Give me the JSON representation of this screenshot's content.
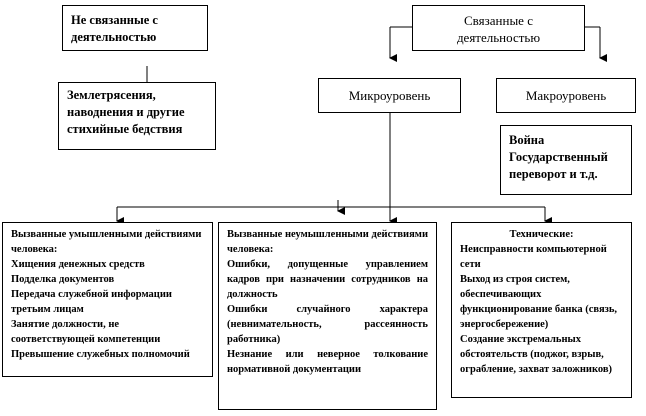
{
  "top_left": {
    "title": "Не связанные с деятельностью",
    "child": "Землетрясения, наводнения и другие стихийные бедствия"
  },
  "top_right": {
    "title": "Связанные с деятельностью",
    "micro": "Микроуровень",
    "macro": "Макроуровень",
    "macro_detail": "Война Государственный переворот и т.д."
  },
  "bottom": {
    "intentional": {
      "heading": "Вызванные умышленными действиями человека:",
      "items": [
        "Хищения денежных средств",
        "Подделка документов",
        "Передача служебной информации третьим лицам",
        "Занятие должности, не соответствующей компетенции",
        "Превышение служебных полномочий"
      ]
    },
    "unintentional": {
      "heading": "Вызванные неумышленными действиями человека:",
      "items": [
        "Ошибки, допущенные управлением кадров при назначении сотрудников на должность",
        "Ошибки случайного характера (невнимательность, рассеянность работника)",
        "Незнание или неверное толкование нормативной документации"
      ]
    },
    "technical": {
      "heading": "Технические:",
      "items": [
        "Неисправности компьютерной сети",
        "Выход из строя систем, обеспечивающих функционирование банка (связь, энергосбережение)",
        "Создание экстремальных обстоятельств (поджог, взрыв, ограбление, захват заложников)"
      ]
    }
  }
}
